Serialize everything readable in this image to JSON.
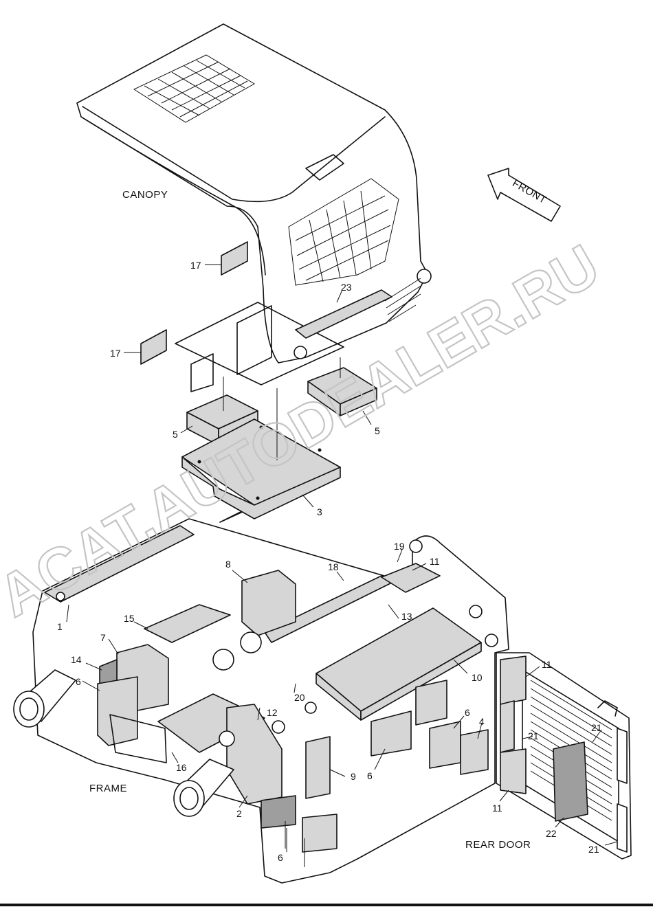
{
  "section_labels": {
    "canopy": "CANOPY",
    "frame": "FRAME",
    "rear_door": "REAR DOOR",
    "front": "FRONT"
  },
  "watermark": "ACAT.AUTODEALER.RU",
  "callouts": {
    "c1": "1",
    "c2": "2",
    "c3": "3",
    "c4": "4",
    "c5a": "5",
    "c5b": "5",
    "c6a": "6",
    "c6b": "6",
    "c6c": "6",
    "c6d": "6",
    "c7": "7",
    "c8": "8",
    "c9": "9",
    "c10": "10",
    "c11a": "11",
    "c11b": "11",
    "c11c": "11",
    "c12": "12",
    "c13": "13",
    "c14": "14",
    "c15": "15",
    "c16": "16",
    "c17a": "17",
    "c17b": "17",
    "c18": "18",
    "c19": "19",
    "c20": "20",
    "c21a": "21",
    "c21b": "21",
    "c21c": "21",
    "c22": "22",
    "c23": "23"
  }
}
